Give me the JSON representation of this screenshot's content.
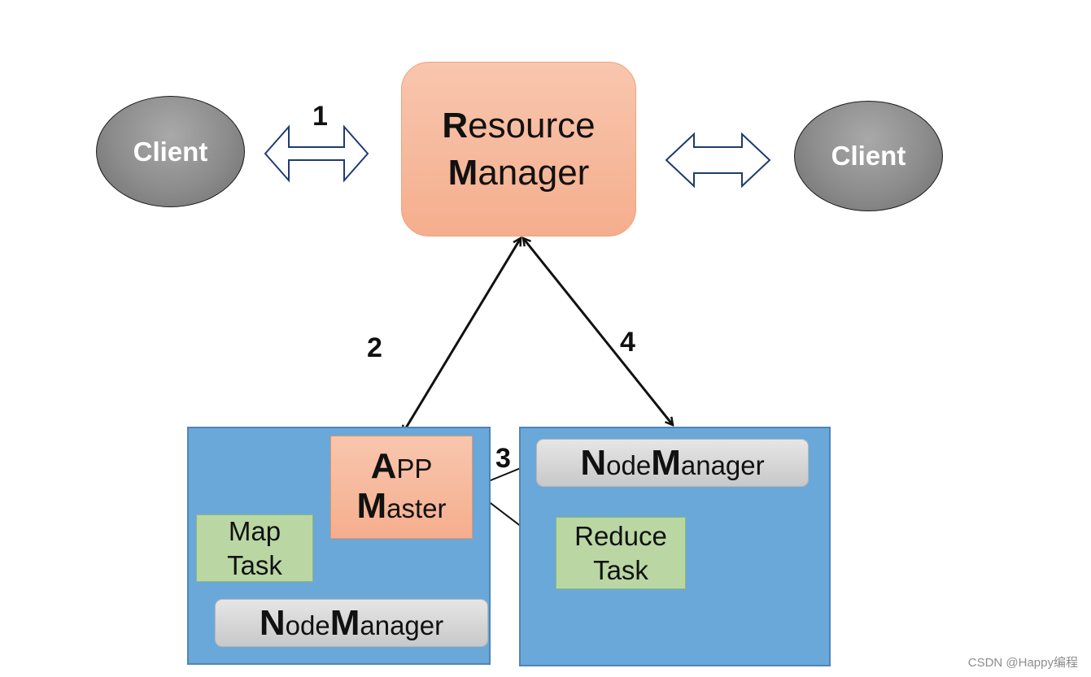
{
  "clients": {
    "left_label": "Client",
    "right_label": "Client"
  },
  "resource_manager": {
    "line1_initial": "R",
    "line1_rest": "esource",
    "line2_initial": "M",
    "line2_rest": "anager"
  },
  "app_master": {
    "line1_initial": "A",
    "line1_rest": "PP",
    "line2_initial": "M",
    "line2_rest": "aster"
  },
  "tasks": {
    "map": [
      "Map",
      "Task"
    ],
    "reduce": [
      "Reduce",
      "Task"
    ]
  },
  "node_manager": {
    "initial1": "N",
    "rest1": "ode",
    "initial2": "M",
    "rest2": "anager"
  },
  "steps": [
    "1",
    "2",
    "3",
    "4"
  ],
  "colors": {
    "client_fill": "#8c8c8c",
    "manager_fill": "#f7b99c",
    "node_fill": "#6aa8da",
    "task_fill": "#bad7a3",
    "node_manager_fill": "#d6d6d6",
    "hollow_arrow_stroke": "#1f3b73"
  },
  "watermark": "CSDN @Happy编程"
}
